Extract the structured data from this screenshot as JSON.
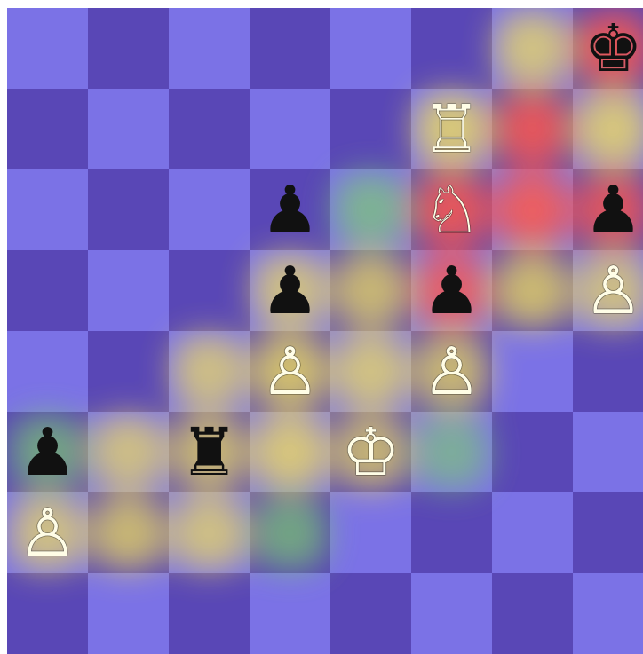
{
  "board": {
    "light_color": "#7b72e6",
    "dark_color": "#5947b6",
    "orientation": "white-bottom",
    "pieces": [
      {
        "square": "h8",
        "piece": "king",
        "color": "black",
        "glyph": "♚"
      },
      {
        "square": "f7",
        "piece": "rook",
        "color": "white",
        "glyph": "♖"
      },
      {
        "square": "d6",
        "piece": "pawn",
        "color": "black",
        "glyph": "♟"
      },
      {
        "square": "f6",
        "piece": "knight",
        "color": "white",
        "glyph": "♘"
      },
      {
        "square": "h6",
        "piece": "pawn",
        "color": "black",
        "glyph": "♟"
      },
      {
        "square": "d5",
        "piece": "pawn",
        "color": "black",
        "glyph": "♟"
      },
      {
        "square": "f5",
        "piece": "pawn",
        "color": "black",
        "glyph": "♟"
      },
      {
        "square": "h5",
        "piece": "pawn",
        "color": "white",
        "glyph": "♙"
      },
      {
        "square": "d4",
        "piece": "pawn",
        "color": "white",
        "glyph": "♙"
      },
      {
        "square": "f4",
        "piece": "pawn",
        "color": "white",
        "glyph": "♙"
      },
      {
        "square": "a3",
        "piece": "pawn",
        "color": "black",
        "glyph": "♟"
      },
      {
        "square": "c3",
        "piece": "rook",
        "color": "black",
        "glyph": "♜"
      },
      {
        "square": "e3",
        "piece": "king",
        "color": "white",
        "glyph": "♔"
      },
      {
        "square": "a2",
        "piece": "pawn",
        "color": "white",
        "glyph": "♙"
      }
    ]
  },
  "heatmap": {
    "low_color": "#7fd36a",
    "mid_color": "#f3e05a",
    "high_color": "#ff5a4a",
    "squares": [
      {
        "square": "g8",
        "value": 0.6
      },
      {
        "square": "h8",
        "value": 0.95
      },
      {
        "square": "f7",
        "value": 0.75
      },
      {
        "square": "g7",
        "value": 0.9
      },
      {
        "square": "h7",
        "value": 0.7
      },
      {
        "square": "e6",
        "value": 0.45
      },
      {
        "square": "f6",
        "value": 0.9
      },
      {
        "square": "g6",
        "value": 0.95
      },
      {
        "square": "h6",
        "value": 0.8
      },
      {
        "square": "d5",
        "value": 0.55
      },
      {
        "square": "e5",
        "value": 0.6
      },
      {
        "square": "f5",
        "value": 0.8
      },
      {
        "square": "g5",
        "value": 0.65
      },
      {
        "square": "h5",
        "value": 0.5
      },
      {
        "square": "c4",
        "value": 0.5
      },
      {
        "square": "d4",
        "value": 0.75
      },
      {
        "square": "e4",
        "value": 0.6
      },
      {
        "square": "f4",
        "value": 0.6
      },
      {
        "square": "a3",
        "value": 0.45
      },
      {
        "square": "b3",
        "value": 0.5
      },
      {
        "square": "c3",
        "value": 0.6
      },
      {
        "square": "d3",
        "value": 0.7
      },
      {
        "square": "e3",
        "value": 0.55
      },
      {
        "square": "a2",
        "value": 0.55
      },
      {
        "square": "b2",
        "value": 0.6
      },
      {
        "square": "c2",
        "value": 0.55
      },
      {
        "square": "d2",
        "value": 0.45
      },
      {
        "square": "f3",
        "value": 0.3
      }
    ]
  }
}
